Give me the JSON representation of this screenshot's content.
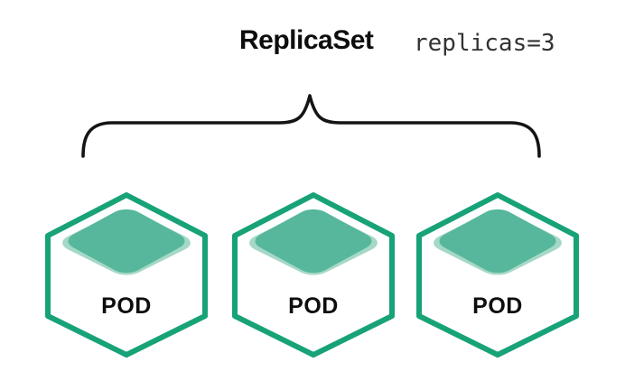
{
  "title": {
    "name": "ReplicaSet",
    "spec": "replicas=3"
  },
  "pods": [
    {
      "label": "POD"
    },
    {
      "label": "POD"
    },
    {
      "label": "POD"
    }
  ],
  "colors": {
    "hex_border": "#18A278",
    "diamond": "#57B79C",
    "diamond_light": "#A6D8C7",
    "text": "#0D0D0D",
    "code_text": "#333333",
    "brace": "#141414",
    "bg": "#FFFFFF"
  }
}
